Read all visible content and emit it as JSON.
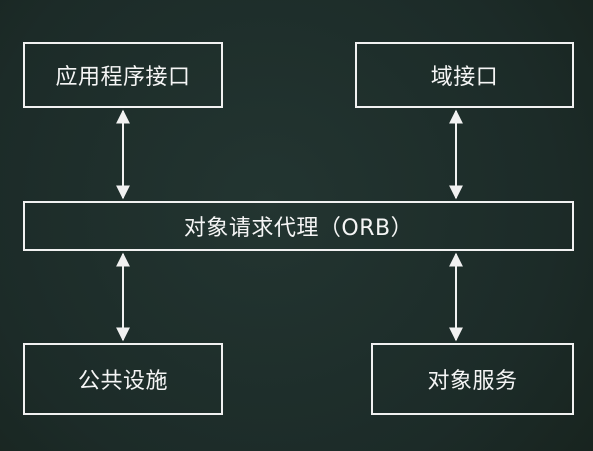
{
  "diagram": {
    "nodes": {
      "application_interface": "应用程序接口",
      "domain_interface": "域接口",
      "orb": "对象请求代理（ORB）",
      "common_facilities": "公共设施",
      "object_services": "对象服务"
    },
    "connections": [
      {
        "from": "application_interface",
        "to": "orb",
        "type": "bidirectional"
      },
      {
        "from": "domain_interface",
        "to": "orb",
        "type": "bidirectional"
      },
      {
        "from": "orb",
        "to": "common_facilities",
        "type": "bidirectional"
      },
      {
        "from": "orb",
        "to": "object_services",
        "type": "bidirectional"
      }
    ],
    "colors": {
      "background": "#1f2f2b",
      "stroke": "#f1f1f1",
      "text": "#f5f5f5"
    }
  }
}
